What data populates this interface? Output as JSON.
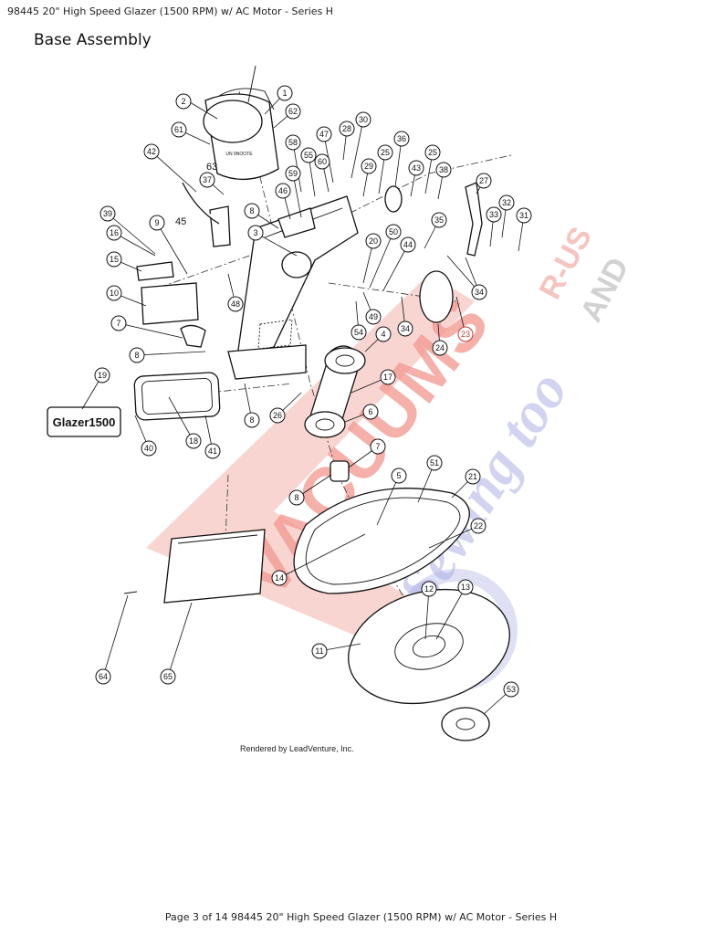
{
  "document": {
    "header": "98445 20\" High Speed Glazer (1500 RPM) w/ AC Motor - Series H",
    "section_title": "Base Assembly",
    "render_credit": "Rendered by LeadVenture, Inc.",
    "footer": "Page 3 of 14 98445 20\" High Speed Glazer (1500 RPM) w/ AC Motor - Series H"
  },
  "diagram": {
    "nameplate_text": "Glazer1500",
    "motor_label": "UN 9NOOTE",
    "text_labels": [
      "63",
      "45"
    ],
    "watermark": {
      "lines": [
        "VACUUMS",
        "R-US",
        "AND",
        "Sewing too"
      ],
      "colors": {
        "main": "#e74c3c",
        "accent": "#5b62c8",
        "gray": "#8a8a8a"
      }
    },
    "callouts": [
      {
        "id": "1",
        "label": "1"
      },
      {
        "id": "2",
        "label": "2"
      },
      {
        "id": "62",
        "label": "62"
      },
      {
        "id": "61",
        "label": "61"
      },
      {
        "id": "42",
        "label": "42"
      },
      {
        "id": "37",
        "label": "37"
      },
      {
        "id": "58",
        "label": "58"
      },
      {
        "id": "47",
        "label": "47"
      },
      {
        "id": "28",
        "label": "28"
      },
      {
        "id": "30",
        "label": "30"
      },
      {
        "id": "55",
        "label": "55"
      },
      {
        "id": "60",
        "label": "60"
      },
      {
        "id": "59",
        "label": "59"
      },
      {
        "id": "46",
        "label": "46"
      },
      {
        "id": "29",
        "label": "29"
      },
      {
        "id": "25a",
        "label": "25"
      },
      {
        "id": "36",
        "label": "36"
      },
      {
        "id": "25b",
        "label": "25"
      },
      {
        "id": "43",
        "label": "43"
      },
      {
        "id": "38",
        "label": "38"
      },
      {
        "id": "27",
        "label": "27"
      },
      {
        "id": "32",
        "label": "32"
      },
      {
        "id": "33",
        "label": "33"
      },
      {
        "id": "31",
        "label": "31"
      },
      {
        "id": "39",
        "label": "39"
      },
      {
        "id": "9",
        "label": "9"
      },
      {
        "id": "16",
        "label": "16"
      },
      {
        "id": "8a",
        "label": "8"
      },
      {
        "id": "3",
        "label": "3"
      },
      {
        "id": "35",
        "label": "35"
      },
      {
        "id": "20",
        "label": "20"
      },
      {
        "id": "50",
        "label": "50"
      },
      {
        "id": "44",
        "label": "44"
      },
      {
        "id": "15",
        "label": "15"
      },
      {
        "id": "10",
        "label": "10"
      },
      {
        "id": "48",
        "label": "48"
      },
      {
        "id": "34a",
        "label": "34"
      },
      {
        "id": "7a",
        "label": "7"
      },
      {
        "id": "49",
        "label": "49"
      },
      {
        "id": "54",
        "label": "54"
      },
      {
        "id": "4",
        "label": "4"
      },
      {
        "id": "34b",
        "label": "34"
      },
      {
        "id": "24",
        "label": "24"
      },
      {
        "id": "23",
        "label": "23"
      },
      {
        "id": "8b",
        "label": "8"
      },
      {
        "id": "19",
        "label": "19"
      },
      {
        "id": "17",
        "label": "17"
      },
      {
        "id": "6",
        "label": "6"
      },
      {
        "id": "8c",
        "label": "8"
      },
      {
        "id": "26",
        "label": "26"
      },
      {
        "id": "18",
        "label": "18"
      },
      {
        "id": "40",
        "label": "40"
      },
      {
        "id": "41",
        "label": "41"
      },
      {
        "id": "7b",
        "label": "7"
      },
      {
        "id": "51",
        "label": "51"
      },
      {
        "id": "21",
        "label": "21"
      },
      {
        "id": "5",
        "label": "5"
      },
      {
        "id": "8d",
        "label": "8"
      },
      {
        "id": "22",
        "label": "22"
      },
      {
        "id": "14",
        "label": "14"
      },
      {
        "id": "12",
        "label": "12"
      },
      {
        "id": "13",
        "label": "13"
      },
      {
        "id": "11",
        "label": "11"
      },
      {
        "id": "64",
        "label": "64"
      },
      {
        "id": "65",
        "label": "65"
      },
      {
        "id": "53",
        "label": "53"
      }
    ]
  }
}
